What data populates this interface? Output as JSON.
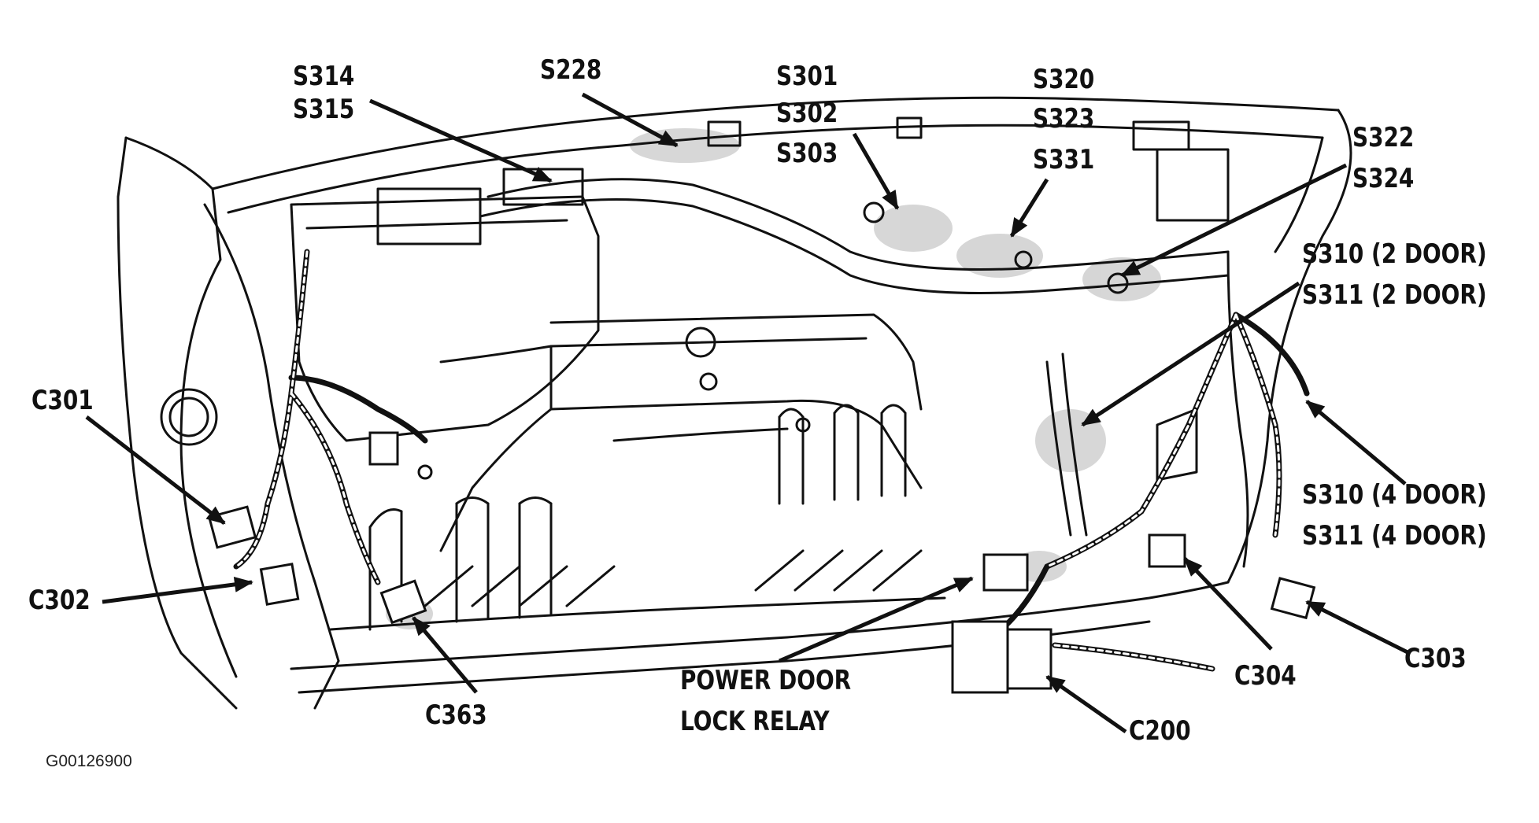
{
  "figure_code": "G00126900",
  "labels": {
    "s314": "S314",
    "s315": "S315",
    "s228": "S228",
    "s301": "S301",
    "s302": "S302",
    "s303": "S303",
    "s320": "S320",
    "s323": "S323",
    "s331": "S331",
    "s322": "S322",
    "s324": "S324",
    "s310_2door": "S310 (2 DOOR)",
    "s311_2door": "S311 (2 DOOR)",
    "c301": "C301",
    "c302": "C302",
    "s310_4door": "S310 (4 DOOR)",
    "s311_4door": "S311 (4 DOOR)",
    "c363": "C363",
    "power_door_line1": "POWER DOOR",
    "power_door_line2": "LOCK RELAY",
    "c200": "C200",
    "c304": "C304",
    "c303": "C303"
  },
  "colors": {
    "line": "#111111",
    "shade": "#c8c8c8",
    "background": "#ffffff"
  }
}
